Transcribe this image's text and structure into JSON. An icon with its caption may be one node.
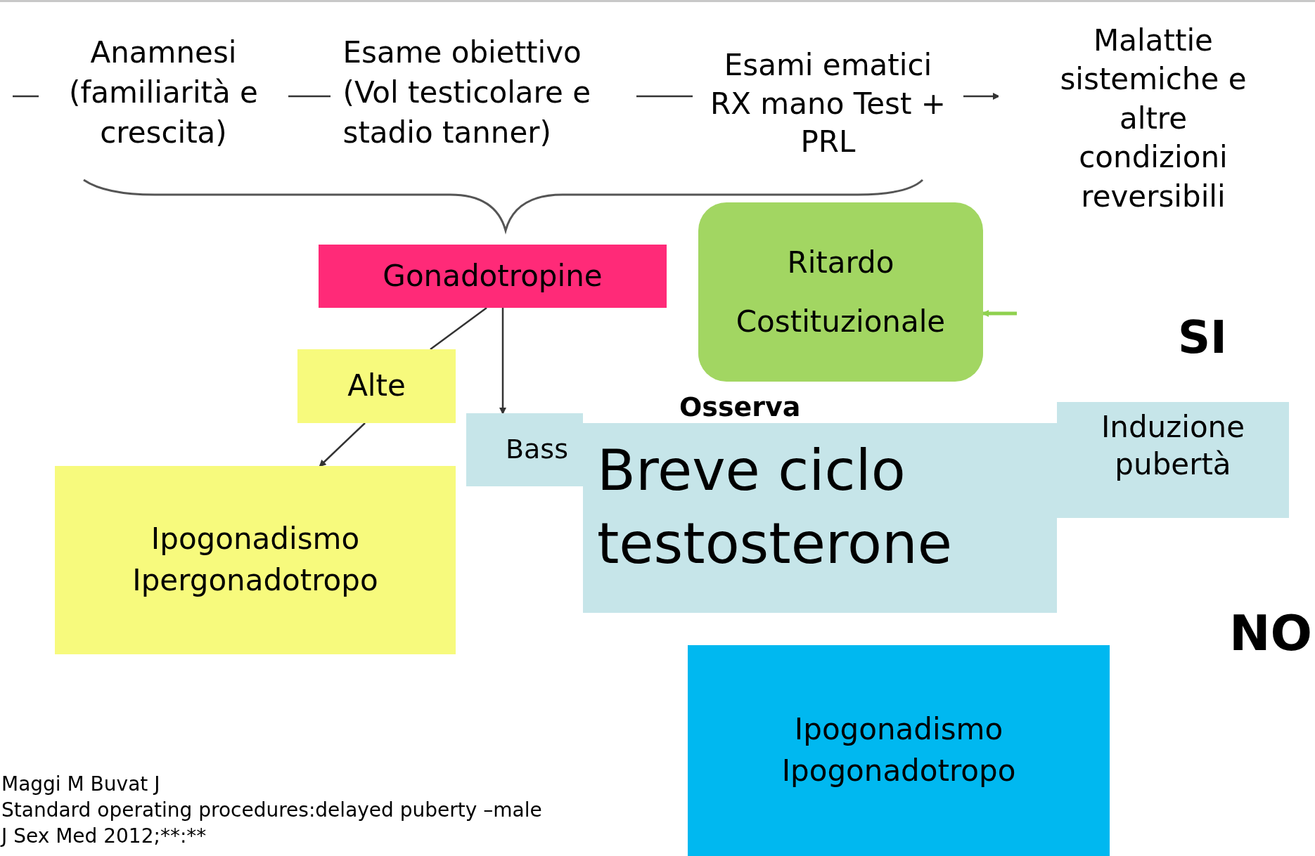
{
  "diagram": {
    "nodes": [
      {
        "text": [
          "Anamnesi (familiarità e crescita)"
        ]
      },
      {
        "text": [
          "Esame obiettivo (Vol testicolare e stadio tanner)"
        ]
      },
      {
        "text": [
          "Esami ematici RX mano Test + PRL"
        ]
      },
      {
        "text": [
          "Malattie sistemiche e altre condizioni reversibili"
        ]
      },
      {
        "text": [
          "Gonadotropine"
        ]
      },
      {
        "text": [
          "Ritardo Costituzionale"
        ]
      },
      {
        "text": [
          "Alte"
        ]
      },
      {
        "text": [
          "Bass"
        ]
      },
      {
        "text": [
          "Osserva",
          "Breve ciclo testosterone"
        ]
      },
      {
        "text": [
          "Induzione pubertà"
        ]
      },
      {
        "text": [
          "Ipogonadismo Ipergonadotropo"
        ]
      },
      {
        "text": [
          "Ipogonadismo Ipogonadotropo"
        ]
      }
    ],
    "edges": [
      {
        "from": null,
        "to": 0,
        "arrow": "none"
      },
      {
        "from": 0,
        "to": 1,
        "arrow": "none"
      },
      {
        "from": 1,
        "to": 2,
        "arrow": "none"
      },
      {
        "from": 2,
        "to": 3,
        "arrow": "to"
      },
      {
        "from": 4,
        "to": 6,
        "arrow": "none"
      },
      {
        "from": 6,
        "to": 10,
        "arrow": "to"
      },
      {
        "from": 4,
        "to": 7,
        "arrow": "to"
      },
      {
        "from": null,
        "to": 5,
        "arrow": "to",
        "color": "#8fd14f"
      }
    ],
    "labels": [
      "SI",
      "NO",
      "Maggi M Buvat J",
      "Standard operating procedures:delayed puberty –male",
      "J Sex Med 2012;**:**"
    ]
  }
}
